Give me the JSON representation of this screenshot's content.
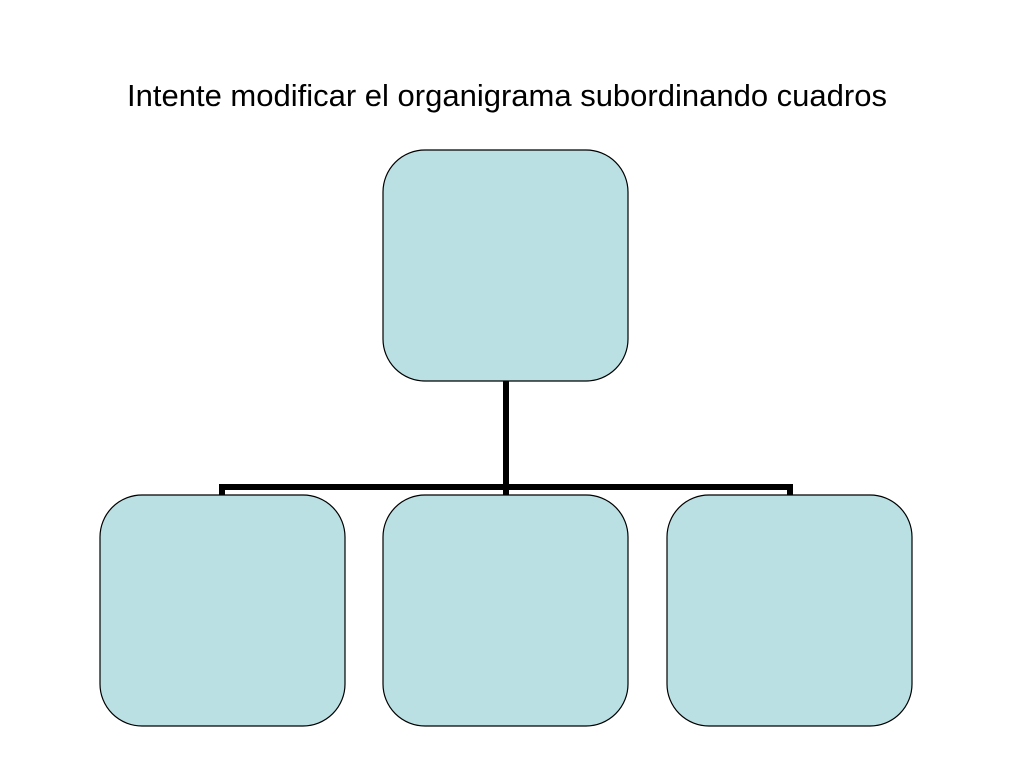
{
  "slide": {
    "title": "Intente modificar el organigrama subordinando cuadros"
  },
  "diagram": {
    "type": "org-chart",
    "box_fill": "#bbe0e3",
    "box_stroke": "#000000",
    "connector_color": "#000000",
    "nodes": [
      {
        "id": "root",
        "level": 0,
        "label": ""
      },
      {
        "id": "child-1",
        "level": 1,
        "parent": "root",
        "label": ""
      },
      {
        "id": "child-2",
        "level": 1,
        "parent": "root",
        "label": ""
      },
      {
        "id": "child-3",
        "level": 1,
        "parent": "root",
        "label": ""
      }
    ]
  }
}
